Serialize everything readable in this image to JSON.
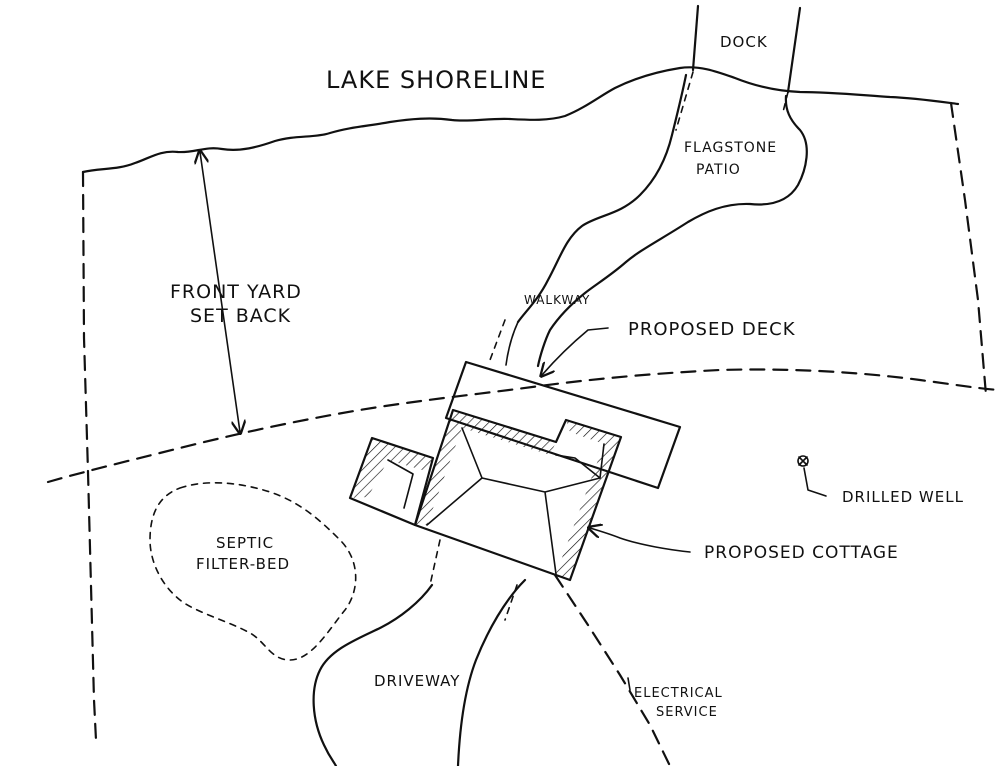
{
  "labels": {
    "lake_shoreline": "LAKE SHORELINE",
    "dock": "DOCK",
    "flagstone": "FLAGSTONE",
    "patio": "PATIO",
    "front_yard": "FRONT YARD",
    "set_back": "SET BACK",
    "walkway": "WALKWAY",
    "proposed_deck": "PROPOSED DECK",
    "drilled_well": "DRILLED WELL",
    "septic": "SEPTIC",
    "filter_bed": "FILTER-BED",
    "proposed_cottage": "PROPOSED COTTAGE",
    "driveway": "DRIVEWAY",
    "electrical": "ELECTRICAL",
    "service": "SERVICE"
  },
  "colors": {
    "ink": "#111111",
    "paper": "#ffffff"
  }
}
